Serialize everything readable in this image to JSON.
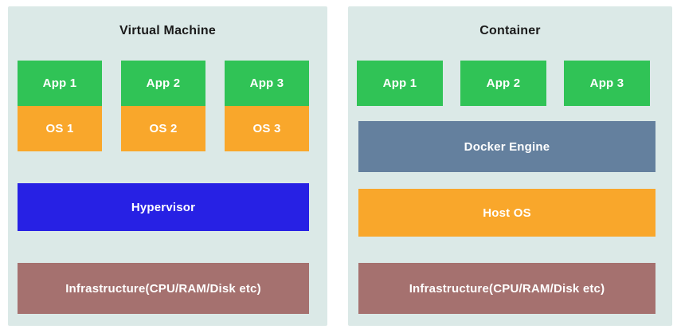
{
  "diagram": {
    "panels": [
      {
        "title": "Virtual Machine",
        "apps": [
          "App 1",
          "App 2",
          "App 3"
        ],
        "os": [
          "OS 1",
          "OS 2",
          "OS 3"
        ],
        "hypervisor": "Hypervisor",
        "infrastructure": "Infrastructure(CPU/RAM/Disk etc)"
      },
      {
        "title": "Container",
        "apps": [
          "App 1",
          "App 2",
          "App 3"
        ],
        "docker_engine": "Docker Engine",
        "host_os": "Host OS",
        "infrastructure": "Infrastructure(CPU/RAM/Disk etc)"
      }
    ],
    "colors": {
      "panel_background": "#dbe9e7",
      "app_green": "#30c356",
      "os_orange": "#f9a72b",
      "hypervisor_blue": "#2721e4",
      "docker_engine_slate": "#64809e",
      "infrastructure_mauve": "#a5716f",
      "title_text": "#1b1b1b",
      "block_text": "#ffffff"
    }
  }
}
